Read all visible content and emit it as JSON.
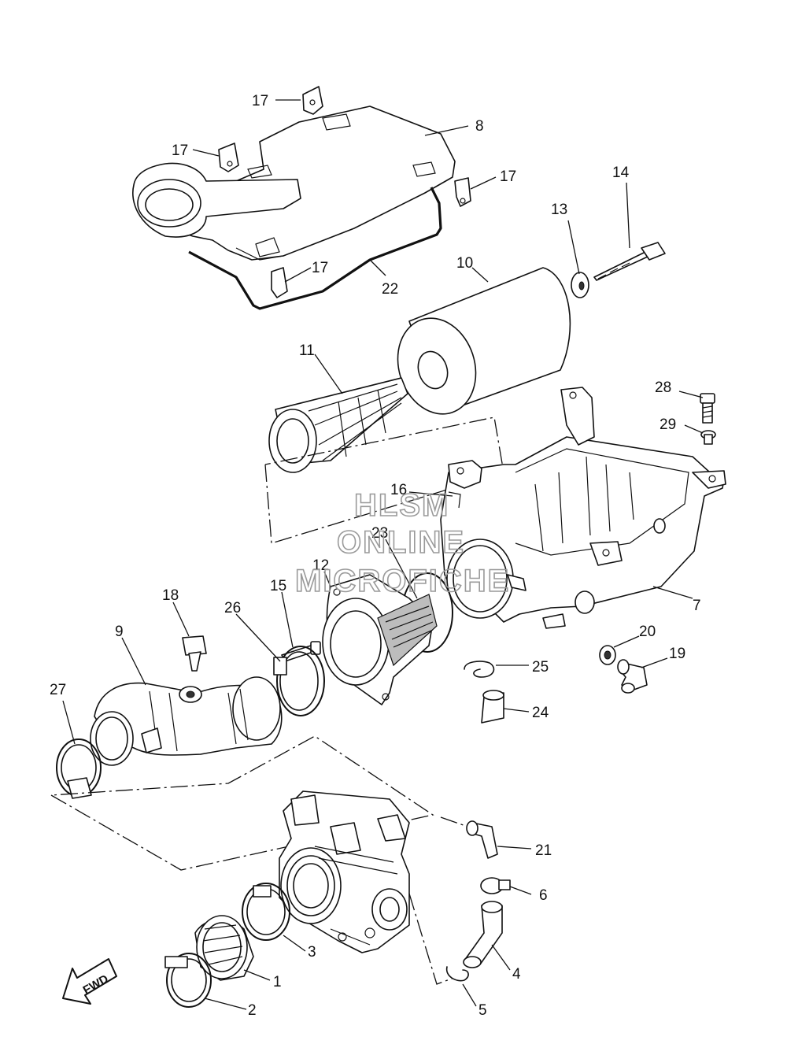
{
  "callouts": {
    "c1": "1",
    "c2": "2",
    "c3": "3",
    "c4": "4",
    "c5": "5",
    "c6": "6",
    "c7": "7",
    "c8": "8",
    "c9": "9",
    "c10": "10",
    "c11": "11",
    "c12": "12",
    "c13": "13",
    "c14": "14",
    "c15": "15",
    "c16": "16",
    "c17a": "17",
    "c17b": "17",
    "c17c": "17",
    "c17d": "17",
    "c18": "18",
    "c19": "19",
    "c20": "20",
    "c21": "21",
    "c22": "22",
    "c23": "23",
    "c24": "24",
    "c25": "25",
    "c26": "26",
    "c27": "27",
    "c28": "28",
    "c29": "29"
  },
  "watermark": {
    "line1": "HLSM",
    "line2": "ONLINE",
    "line3": "MICROFICHE"
  },
  "direction_arrow": {
    "label": "FWD"
  }
}
